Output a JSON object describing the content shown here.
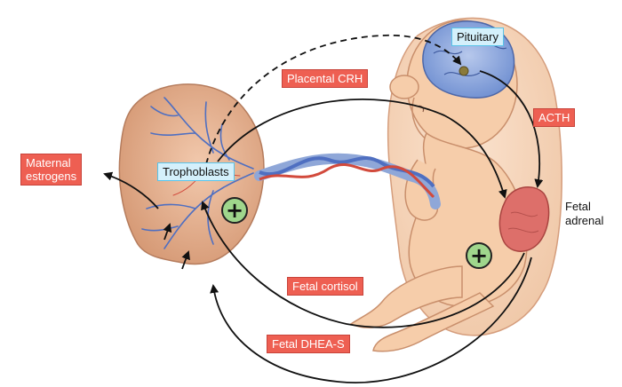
{
  "labels": {
    "pituitary": "Pituitary",
    "placental_crh": "Placental CRH",
    "acth": "ACTH",
    "maternal_estrogens_line1": "Maternal",
    "maternal_estrogens_line2": "estrogens",
    "trophoblasts": "Trophoblasts",
    "fetal_adrenal_line1": "Fetal",
    "fetal_adrenal_line2": "adrenal",
    "fetal_cortisol": "Fetal cortisol",
    "fetal_dhea_s": "Fetal DHEA-S"
  },
  "symbols": {
    "stimulation": "+"
  },
  "colors": {
    "red_label": "#ee5f52",
    "blue_label_fill": "#d4f0fb",
    "blue_label_border": "#58c3e9",
    "plus_fill": "#9fd68c",
    "placenta": "#e7b492",
    "fetus_skin": "#f5cba8",
    "vessel_blue": "#4f6fc1",
    "vessel_red": "#d24a3c",
    "adrenal": "#dd6f6a"
  }
}
